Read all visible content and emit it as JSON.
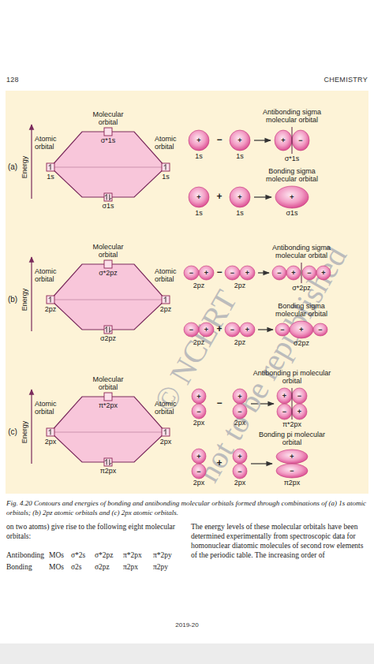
{
  "diagram": {
    "caption": "Fig. 4.20 Contours and energies of bonding and antibonding molecular orbitals formed through combinations of (a) 1s atomic orbitals; (b) 2pz atomic orbitals and (c) 2px atomic orbitals.",
    "nodes": [
      {
        "text": [
          "+",
          "1s"
        ]
      },
      {
        "text": [
          "+",
          "1s"
        ]
      },
      {
        "text": [
          "Antibonding sigma molecular orbital",
          "+",
          "−",
          "σ*1s"
        ]
      },
      {
        "text": [
          "+",
          "1s"
        ]
      },
      {
        "text": [
          "+",
          "1s"
        ]
      },
      {
        "text": [
          "Bonding sigma molecular orbital",
          "+",
          "σ1s"
        ]
      },
      {
        "text": [
          "−",
          "+",
          "2pz"
        ]
      },
      {
        "text": [
          "−",
          "+",
          "2pz"
        ]
      },
      {
        "text": [
          "Antibonding sigma molecular orbital",
          "−",
          "+",
          "−",
          "+",
          "σ*2pz"
        ]
      },
      {
        "text": [
          "−",
          "+",
          "2pz"
        ]
      },
      {
        "text": [
          "−",
          "+",
          "2pz"
        ]
      },
      {
        "text": [
          "Bonding sigma molecular orbital",
          "−",
          "+",
          "−",
          "σ2pz"
        ]
      },
      {
        "text": [
          "+",
          "−",
          "2px"
        ]
      },
      {
        "text": [
          "+",
          "−",
          "2px"
        ]
      },
      {
        "text": [
          "Antibonding pi molecular orbital",
          "+",
          "−",
          "−",
          "+",
          "π*2px"
        ]
      },
      {
        "text": [
          "+",
          "−",
          "2px"
        ]
      },
      {
        "text": [
          "+",
          "−",
          "2px"
        ]
      },
      {
        "text": [
          "Bonding pi molecular orbital",
          "+",
          "−",
          "π2px"
        ]
      }
    ],
    "edges": [
      {
        "from": 1,
        "to": 2,
        "arrow": "to"
      },
      {
        "from": 4,
        "to": 5,
        "arrow": "to"
      },
      {
        "from": 7,
        "to": 8,
        "arrow": "to"
      },
      {
        "from": 10,
        "to": 11,
        "arrow": "to"
      },
      {
        "from": 13,
        "to": 14,
        "arrow": "to"
      },
      {
        "from": 16,
        "to": 17,
        "arrow": "to"
      }
    ],
    "labels": [
      "128",
      "CHEMISTRY",
      "Molecular orbital",
      "σ*1s",
      "Atomic orbital",
      "Atomic orbital",
      "(a)",
      "Energy",
      "1s",
      "1s",
      "σ1s",
      "−",
      "+",
      "Molecular orbital",
      "σ*2pz",
      "Atomic orbital",
      "Atomic orbital",
      "(b)",
      "Energy",
      "2pz",
      "2pz",
      "σ2pz",
      "−",
      "+",
      "Molecular orbital",
      "π*2px",
      "Atomic orbital",
      "Atomic orbital",
      "(c)",
      "Energy",
      "2px",
      "2px",
      "π2px",
      "−",
      "+",
      "on two atoms) give rise to the following eight molecular orbitals:",
      "The energy levels of these molecular orbitals have been determined experimentally from spectroscopic data for homonuclear diatomic molecules of second row elements of the periodic table. The increasing order of",
      "Antibonding",
      "MOs",
      "σ*2s",
      "σ*2pz",
      "π*2px",
      "π*2py",
      "Bonding",
      "MOs",
      "σ2s",
      "σ2pz",
      "π2px",
      "π2py",
      "2019-20",
      "© NCERT",
      "not to be republished"
    ]
  }
}
